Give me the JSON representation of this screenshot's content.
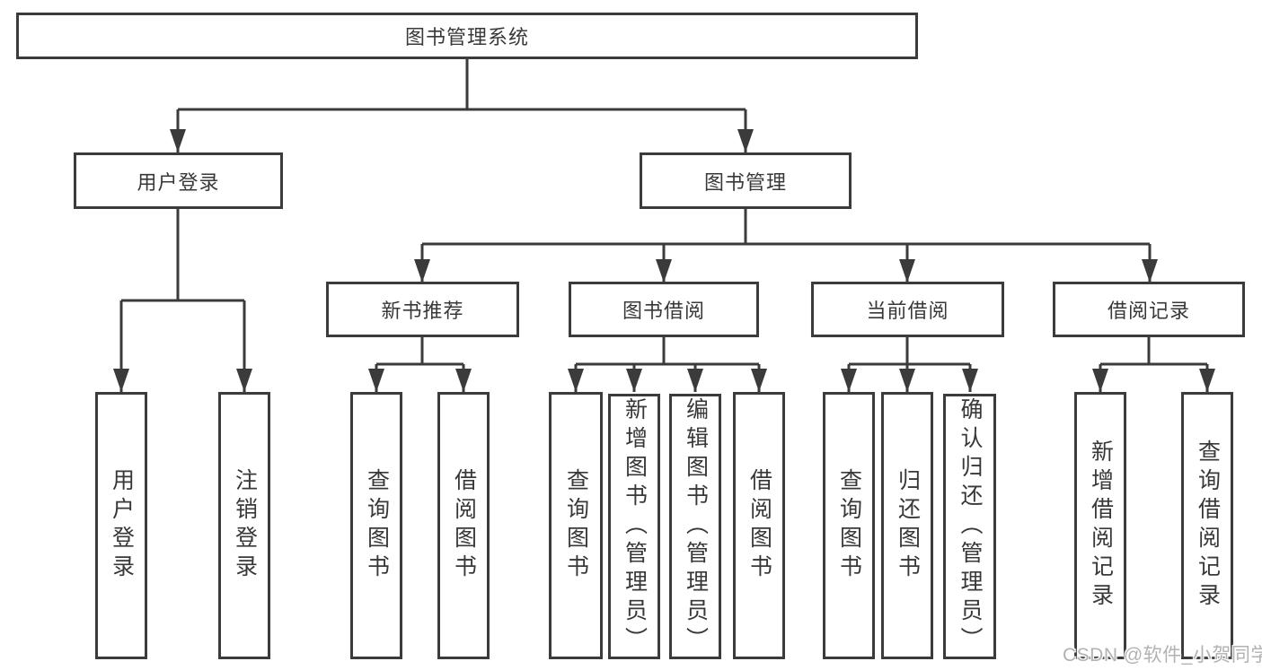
{
  "tree": {
    "label": "图书管理系统",
    "children": [
      {
        "label": "用户登录",
        "children": [
          {
            "label": "用户登录"
          },
          {
            "label": "注销登录"
          }
        ]
      },
      {
        "label": "图书管理",
        "children": [
          {
            "label": "新书推荐",
            "children": [
              {
                "label": "查询图书"
              },
              {
                "label": "借阅图书"
              }
            ]
          },
          {
            "label": "图书借阅",
            "children": [
              {
                "label": "查询图书"
              },
              {
                "label": "新增图书（管理员）"
              },
              {
                "label": "编辑图书（管理员）"
              },
              {
                "label": "借阅图书"
              }
            ]
          },
          {
            "label": "当前借阅",
            "children": [
              {
                "label": "查询图书"
              },
              {
                "label": "归还图书"
              },
              {
                "label": "确认归还（管理员）"
              }
            ]
          },
          {
            "label": "借阅记录",
            "children": [
              {
                "label": "新增借阅记录"
              },
              {
                "label": "查询借阅记录"
              }
            ]
          }
        ]
      }
    ]
  },
  "watermark": {
    "text": "CSDN @软件_小贺同学"
  },
  "colors": {
    "line": "#3b3b3b",
    "text": "#383838",
    "background": "#ffffff",
    "watermark": "#b2b2b4"
  }
}
